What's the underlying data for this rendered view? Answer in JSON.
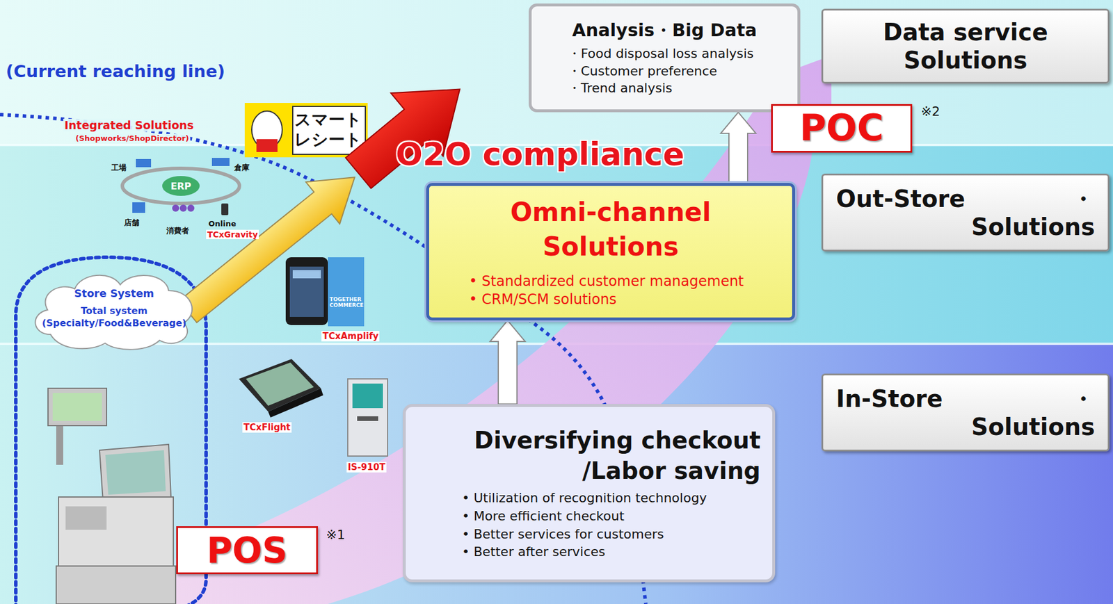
{
  "diagram": {
    "nodes": [
      {
        "text": [
          "Analysis・Big Data",
          "・Food disposal loss analysis",
          "・Customer preference",
          "・Trend analysis"
        ]
      },
      {
        "text": [
          "Data service Solutions"
        ]
      },
      {
        "text": [
          "POC"
        ]
      },
      {
        "text": [
          "Omni-channel Solutions",
          "• Standardized customer management",
          "• CRM/SCM solutions"
        ]
      },
      {
        "text": [
          "Out-Store・ Solutions"
        ]
      },
      {
        "text": [
          "Store System",
          "Total system (Specialty/Food&Beverage)"
        ]
      },
      {
        "text": [
          "Diversifying checkout /Labor saving",
          "• Utilization of recognition technology",
          "• More efficient checkout",
          "• Better services for customers",
          "• Better after services"
        ]
      },
      {
        "text": [
          "In-Store・ Solutions"
        ]
      },
      {
        "text": [
          "POS"
        ]
      }
    ],
    "edges": [
      {
        "from": 6,
        "to": 3,
        "arrow": "to"
      },
      {
        "from": 3,
        "to": 0,
        "arrow": "to"
      }
    ],
    "labels": [
      "(Current reaching line)",
      "O2O compliance",
      "Integrated Solutions",
      "(Shopworks/ShopDirector)",
      "工場",
      "倉庫",
      "ERP",
      "店舗",
      "消費者",
      "Online",
      "TCxGravity",
      "スマート レシート",
      "TOGETHER COMMERCE",
      "TCxAmplify",
      "TCxFlight",
      "IS-910T",
      "※1",
      "※2"
    ]
  }
}
